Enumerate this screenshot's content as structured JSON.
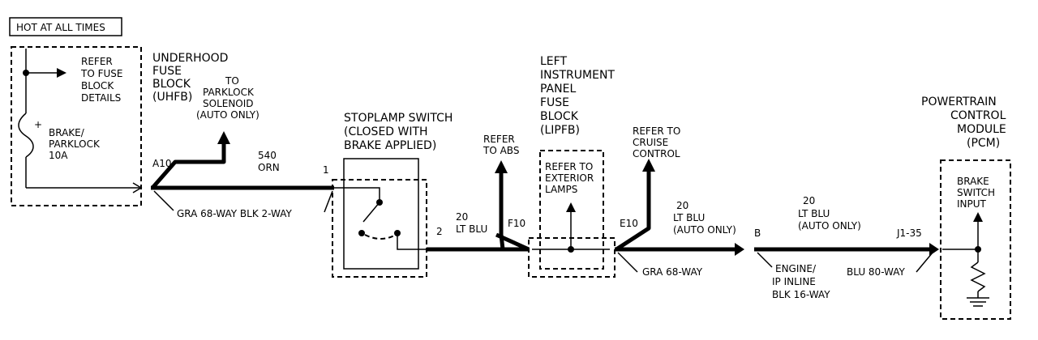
{
  "hot_label": "HOT AT ALL TIMES",
  "fuse_block": {
    "refer": [
      "REFER",
      "TO FUSE",
      "BLOCK",
      "DETAILS"
    ],
    "fuse": [
      "BRAKE/",
      "PARKLOCK",
      "10A"
    ],
    "title": [
      "UNDERHOOD",
      "FUSE",
      "BLOCK",
      "(UHFB)"
    ],
    "to_parklock": [
      "TO",
      "PARKLOCK",
      "SOLENOID",
      "(AUTO ONLY)"
    ],
    "pin": "A10"
  },
  "wire1": {
    "gauge": "540",
    "color": "ORN",
    "pin": "1",
    "connector": "GRA 68-WAY  BLK 2-WAY"
  },
  "stoplamp": {
    "title": [
      "STOPLAMP SWITCH",
      "(CLOSED WITH",
      "BRAKE APPLIED)"
    ],
    "pin": "2"
  },
  "wire2": {
    "gauge": "20",
    "color": "LT BLU",
    "pin": "F10"
  },
  "refer_abs": [
    "REFER",
    "TO ABS"
  ],
  "lipfb": {
    "title": [
      "LEFT",
      "INSTRUMENT",
      "PANEL",
      "FUSE",
      "BLOCK",
      "(LIPFB)"
    ],
    "refer": [
      "REFER TO",
      "EXTERIOR",
      "LAMPS"
    ]
  },
  "refer_cruise": [
    "REFER TO",
    "CRUISE",
    "CONTROL"
  ],
  "wire3": {
    "pin_in": "E10",
    "gauge": "20",
    "color": "LT BLU",
    "note": "(AUTO ONLY)",
    "connector": "GRA 68-WAY",
    "pin_out": "B"
  },
  "inline": [
    "ENGINE/",
    "IP INLINE",
    "BLK 16-WAY"
  ],
  "wire4": {
    "gauge": "20",
    "color": "LT BLU",
    "note": "(AUTO ONLY)",
    "pin": "J1-35",
    "connector": "BLU 80-WAY"
  },
  "pcm": {
    "title": [
      "POWERTRAIN",
      "CONTROL",
      "MODULE",
      "(PCM)"
    ],
    "input": [
      "BRAKE",
      "SWITCH",
      "INPUT"
    ]
  }
}
